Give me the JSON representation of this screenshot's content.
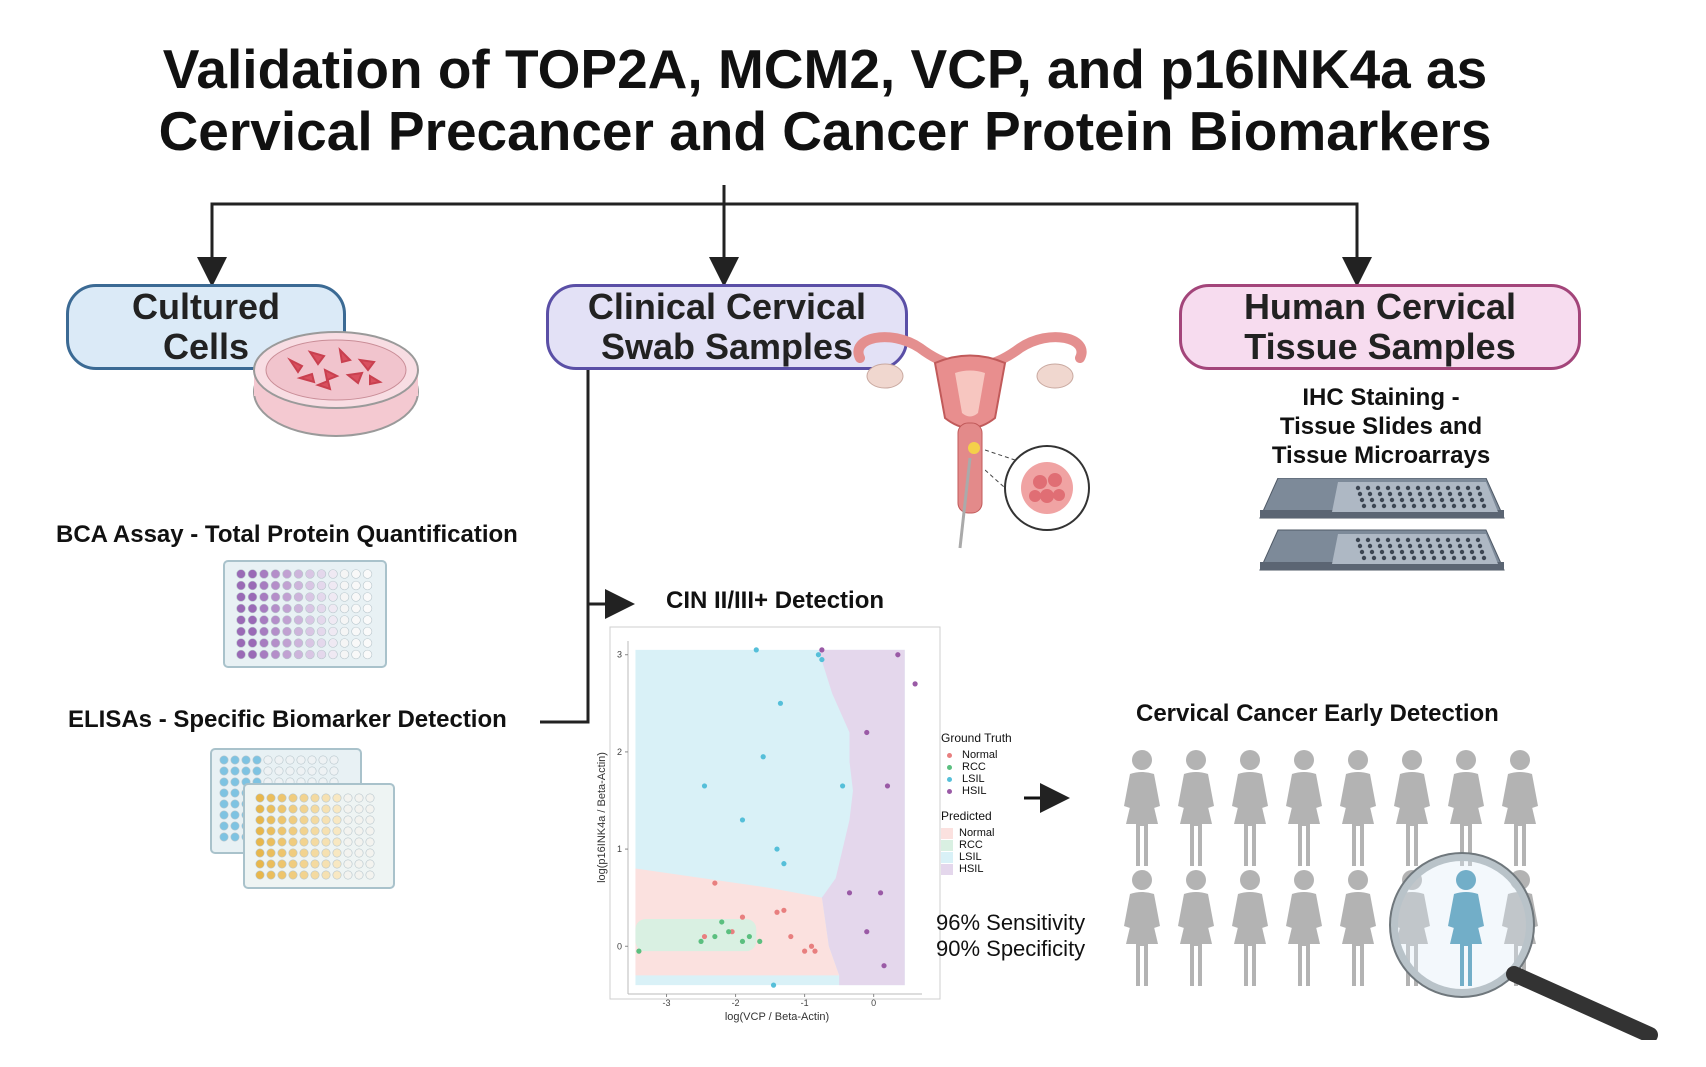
{
  "title": {
    "line1": "Validation of TOP2A, MCM2, VCP, and p16INK4a as",
    "line2": "Cervical Precancer and Cancer Protein Biomarkers"
  },
  "branches": {
    "cultured": {
      "line1": "Cultured",
      "line2": "Cells"
    },
    "swab": {
      "line1": "Clinical Cervical",
      "line2": "Swab Samples"
    },
    "tissue": {
      "line1": "Human Cervical",
      "line2": "Tissue Samples"
    }
  },
  "ihc": {
    "line1": "IHC Staining -",
    "line2": "Tissue Slides and",
    "line3": "Tissue Microarrays"
  },
  "bca_label": "BCA Assay - Total Protein Quantification",
  "elisa_label": "ELISAs - Specific Biomarker Detection",
  "detection_label": "CIN II/III+  Detection",
  "early_detection_label": "Cervical Cancer Early Detection",
  "metrics": {
    "sensitivity": "96% Sensitivity",
    "specificity": "90% Specificity"
  },
  "colors": {
    "cultured_fill": "#dbeaf7",
    "cultured_border": "#3b6a94",
    "swab_fill": "#e3e1f6",
    "swab_border": "#5a4fa6",
    "tissue_fill": "#f7dcef",
    "tissue_border": "#a3457a",
    "person_gray": "#b3b3b3",
    "person_highlight": "#3a8eb0"
  },
  "chart_data": {
    "type": "scatter",
    "xlabel": "log(VCP / Beta-Actin)",
    "ylabel": "log(p16INK4a / Beta-Actin)",
    "xlim": [
      -3.5,
      0.7
    ],
    "ylim": [
      -0.45,
      3.1
    ],
    "xticks": [
      "-3",
      "-2",
      "-1",
      "0"
    ],
    "yticks": [
      "0",
      "1",
      "2",
      "3"
    ],
    "legend_truth_title": "Ground Truth",
    "legend_pred_title": "Predicted",
    "classes": [
      {
        "name": "Normal",
        "point_color": "#e87f7f",
        "region_color": "#fbe1df"
      },
      {
        "name": "RCC",
        "point_color": "#5bbf7f",
        "region_color": "#d9f0e2"
      },
      {
        "name": "LSIL",
        "point_color": "#55bfd9",
        "region_color": "#d9f1f7"
      },
      {
        "name": "HSIL",
        "point_color": "#9a5aa6",
        "region_color": "#e4d7ec"
      }
    ],
    "series": [
      {
        "name": "Normal",
        "points": [
          [
            -2.3,
            0.65
          ],
          [
            -1.9,
            0.3
          ],
          [
            -1.4,
            0.35
          ],
          [
            -1.3,
            0.37
          ],
          [
            -2.05,
            0.15
          ],
          [
            -0.9,
            0.0
          ],
          [
            -0.85,
            -0.05
          ],
          [
            -1.0,
            -0.05
          ],
          [
            -1.2,
            0.1
          ],
          [
            -2.45,
            0.1
          ]
        ]
      },
      {
        "name": "RCC",
        "points": [
          [
            -3.4,
            -0.05
          ],
          [
            -2.5,
            0.05
          ],
          [
            -2.2,
            0.25
          ],
          [
            -2.1,
            0.15
          ],
          [
            -1.9,
            0.05
          ],
          [
            -1.65,
            0.05
          ],
          [
            -2.3,
            0.1
          ],
          [
            -1.8,
            0.1
          ]
        ]
      },
      {
        "name": "LSIL",
        "points": [
          [
            -1.7,
            3.05
          ],
          [
            -0.8,
            3.0
          ],
          [
            -0.75,
            2.95
          ],
          [
            -1.35,
            2.5
          ],
          [
            -2.45,
            1.65
          ],
          [
            -1.6,
            1.95
          ],
          [
            -1.9,
            1.3
          ],
          [
            -1.4,
            1.0
          ],
          [
            -1.3,
            0.85
          ],
          [
            -0.45,
            1.65
          ],
          [
            -1.45,
            -0.4
          ]
        ]
      },
      {
        "name": "HSIL",
        "points": [
          [
            -0.75,
            3.05
          ],
          [
            0.35,
            3.0
          ],
          [
            0.6,
            2.7
          ],
          [
            -0.1,
            2.2
          ],
          [
            0.2,
            1.65
          ],
          [
            -0.35,
            0.55
          ],
          [
            0.1,
            0.55
          ],
          [
            -0.1,
            0.15
          ],
          [
            0.15,
            -0.2
          ]
        ]
      }
    ]
  }
}
